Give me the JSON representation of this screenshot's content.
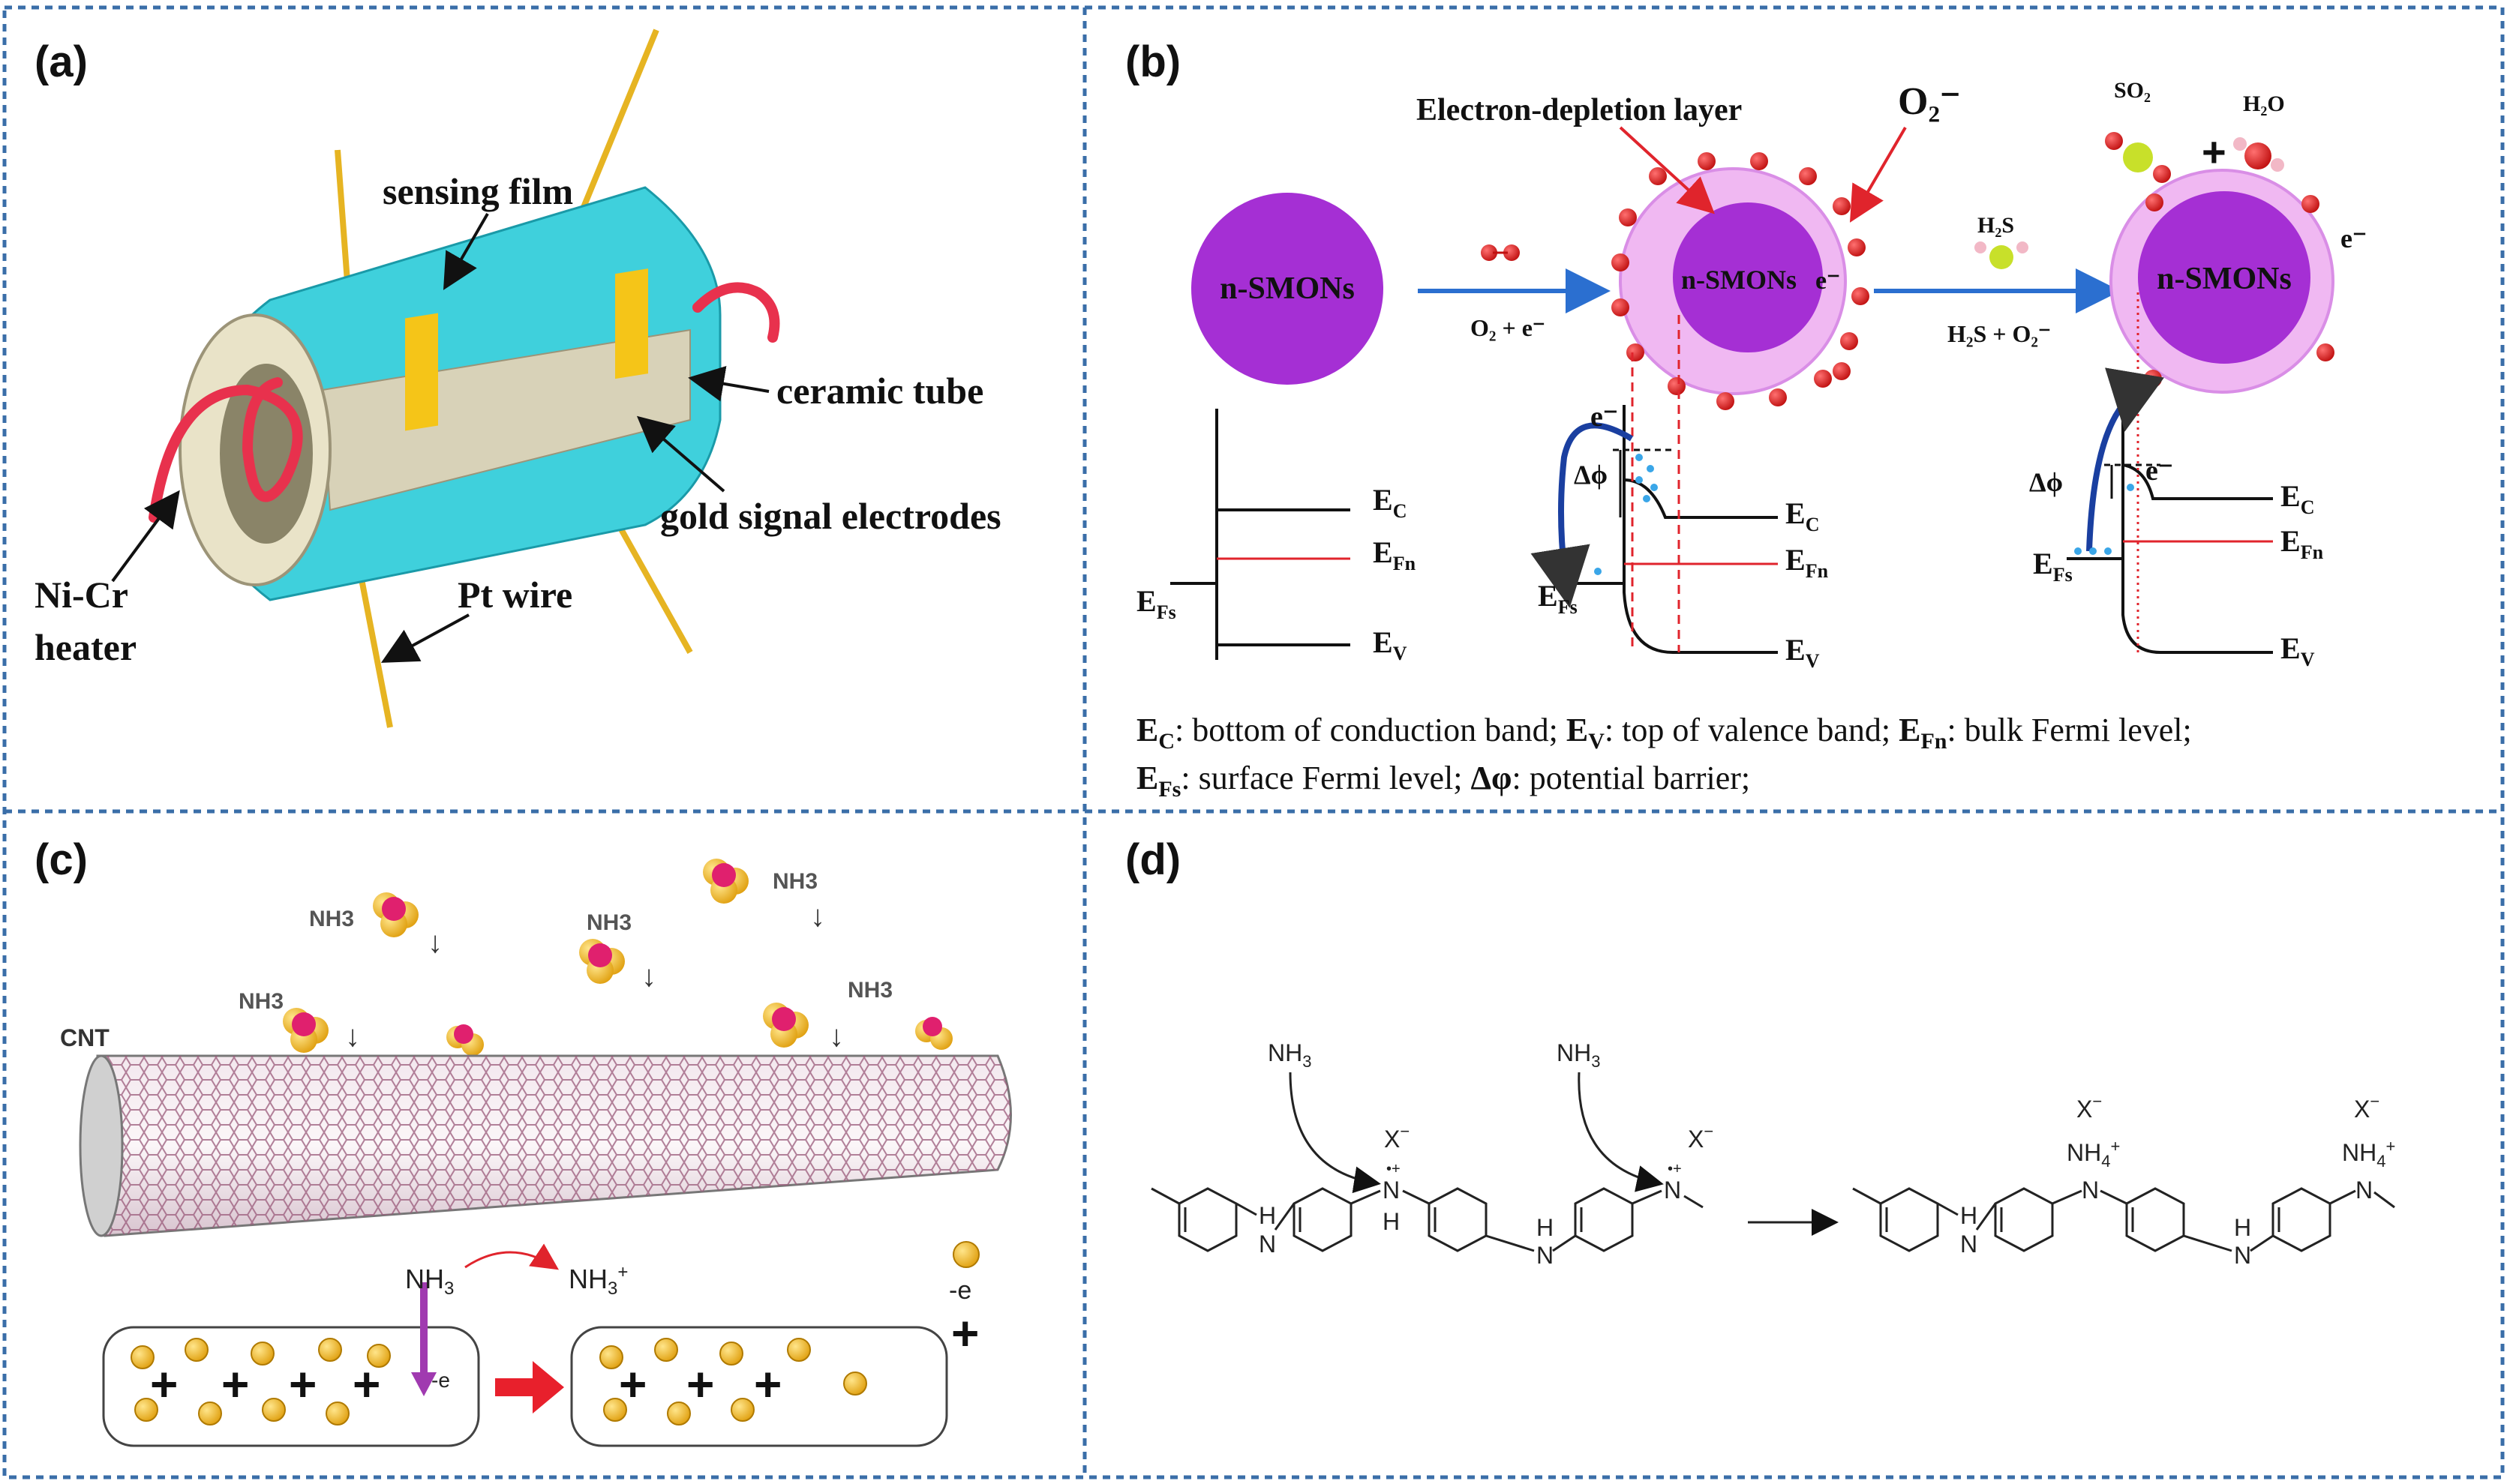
{
  "panels": {
    "a": {
      "label": "(a)",
      "sensing_film": "sensing film",
      "ceramic_tube": "ceramic tube",
      "gold_electrodes": "gold signal electrodes",
      "ni_cr": "Ni-Cr",
      "heater": "heater",
      "pt_wire": "Pt wire"
    },
    "b": {
      "label": "(b)",
      "depletion_layer": "Electron-depletion layer",
      "o2_minus": "O₂⁻",
      "so2": "SO₂",
      "h2o": "H₂O",
      "plus": "+",
      "h2s": "H₂S",
      "smons": "n-SMONs",
      "arrow1_label": "O₂ + e⁻",
      "arrow2_label": "H₂S + O₂⁻",
      "e_minus": "e⁻",
      "delta_phi": "Δϕ",
      "ec": "E",
      "ec_sub": "C",
      "efn": "E",
      "efn_sub": "Fn",
      "efs": "E",
      "efs_sub": "Fs",
      "ev": "E",
      "ev_sub": "V",
      "caption_line1": "Eᴄ: bottom of conduction band; Eᴠ: top of valence band; Eᶠⁿ: bulk Fermi level;",
      "cap1_a": "E",
      "cap1_a_sub": "C",
      "cap1_a_text": ": bottom of conduction band; ",
      "cap1_b": "E",
      "cap1_b_sub": "V",
      "cap1_b_text": ": top of valence band; ",
      "cap1_c": "E",
      "cap1_c_sub": "Fn",
      "cap1_c_text": ": bulk Fermi level;",
      "cap2_a": "E",
      "cap2_a_sub": "Fs",
      "cap2_a_text": ": surface Fermi level; ",
      "cap2_b": "Δφ",
      "cap2_b_text": ": potential barrier;"
    },
    "c": {
      "label": "(c)",
      "nh3": "NH3",
      "cnt": "CNT",
      "nh3_plain": "NH",
      "nh3_sub": "3",
      "nh3_plus": "NH",
      "nh3_plus_sub": "3",
      "nh3_plus_sup": "+",
      "minus_e": "-e",
      "plus": "+",
      "arrow_down": "↓"
    },
    "d": {
      "label": "(d)",
      "nh3": "NH",
      "nh3_sub": "3",
      "x_minus": "X",
      "minus": "−",
      "nh4": "NH",
      "nh4_sub": "4",
      "nh4_sup": "+",
      "h": "H",
      "n": "N",
      "n_plus": "•+"
    }
  },
  "colors": {
    "border": "#3a6ea8",
    "cyan": "#3fd0dc",
    "purple": "#a52fd4",
    "pink_halo": "#f0b8f2",
    "blue_arrow": "#2b6fd0",
    "red": "#e0242c",
    "gold": "#f5c518",
    "heater_red": "#e8314d"
  }
}
